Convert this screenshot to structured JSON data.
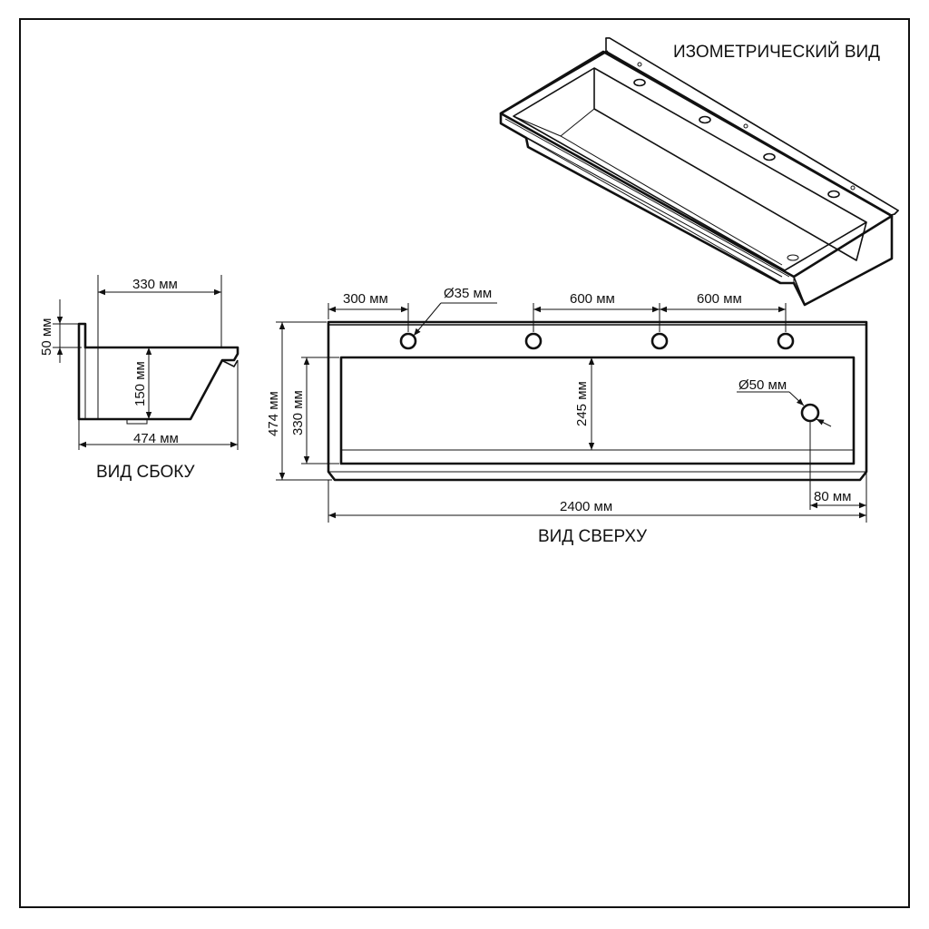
{
  "titles": {
    "isometric": "ИЗОМЕТРИЧЕСКИЙ ВИД",
    "side": "ВИД СБОКУ",
    "top": "ВИД СВЕРХУ"
  },
  "side_view": {
    "width_top": "330 мм",
    "flange_height": "50 мм",
    "depth": "150 мм",
    "width_total": "474 мм"
  },
  "top_view": {
    "offset_first_hole": "300 мм",
    "hole_diameter": "Ø35 мм",
    "hole_spacing_1": "600 мм",
    "hole_spacing_2": "600 мм",
    "total_depth": "474 мм",
    "inner_depth_left": "330 мм",
    "inner_depth_center": "245 мм",
    "drain_diameter": "Ø50 мм",
    "drain_offset": "80 мм",
    "total_length": "2400 мм"
  }
}
